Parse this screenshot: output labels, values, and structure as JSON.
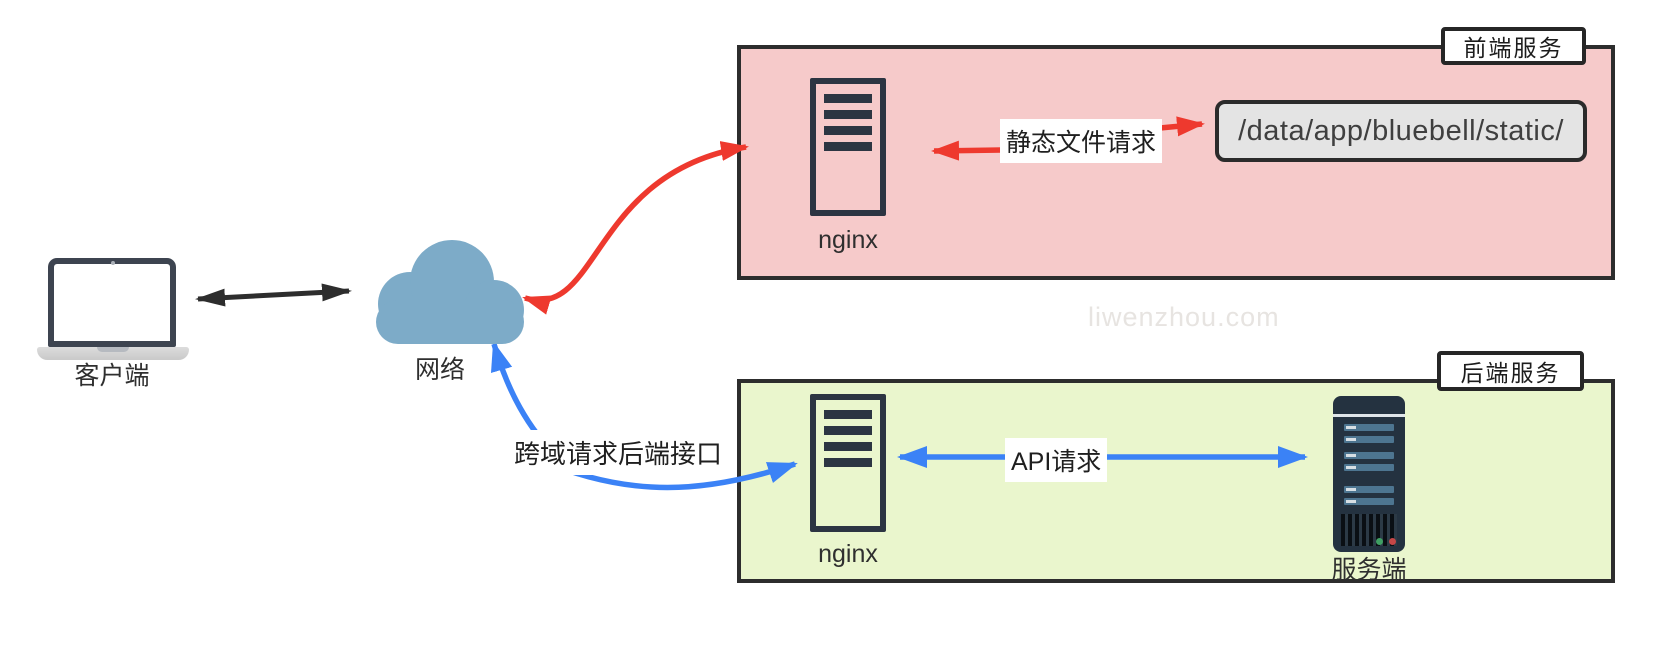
{
  "watermark": "liwenzhou.com",
  "client": {
    "label": "客户端"
  },
  "network": {
    "label": "网络"
  },
  "frontend": {
    "title": "前端服务",
    "nginx_label": "nginx",
    "static_path": "/data/app/bluebell/static/",
    "static_request_label": "静态文件请求"
  },
  "backend": {
    "title": "后端服务",
    "nginx_label": "nginx",
    "server_label": "服务端",
    "api_request_label": "API请求"
  },
  "cross_origin_label": "跨域请求后端接口",
  "colors": {
    "frontend_fill": "#f6caca",
    "backend_fill": "#eaf6cd",
    "box_border": "#2d2d2d",
    "red_arrow": "#ee392e",
    "blue_arrow": "#3b82f6",
    "black_arrow": "#2d2d2d",
    "cloud": "#7dabc8",
    "icon_dark": "#2c3542",
    "tower_body": "#243240",
    "static_box_fill": "#e4e4e4",
    "watermark": "#e7e4e1"
  }
}
